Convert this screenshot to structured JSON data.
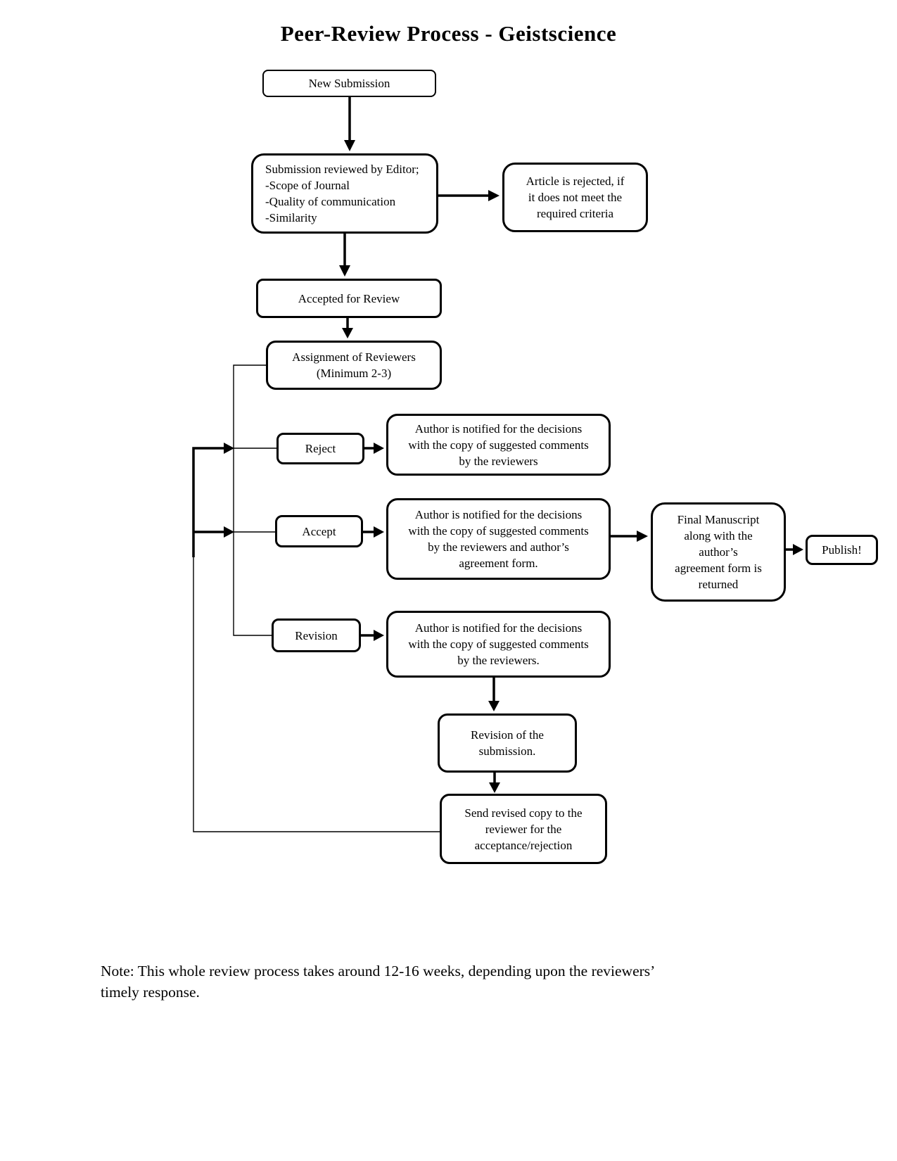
{
  "page": {
    "title": "Peer-Review Process - Geistscience"
  },
  "nodes": {
    "new_submission": {
      "text": "New Submission"
    },
    "editor_review": {
      "text": "Submission reviewed by Editor;\n-Scope of Journal\n-Quality of communication\n-Similarity"
    },
    "article_rejected": {
      "text": "Article is rejected, if\nit does not meet the\nrequired criteria"
    },
    "accepted_for_review": {
      "text": "Accepted for Review"
    },
    "assignment": {
      "text": "Assignment of Reviewers\n(Minimum 2-3)"
    },
    "reject": {
      "text": "Reject"
    },
    "reject_notify": {
      "text": "Author is notified for the decisions\nwith the copy of suggested comments\nby the reviewers"
    },
    "accept": {
      "text": "Accept"
    },
    "accept_notify": {
      "text": "Author is notified for the decisions\nwith the copy of suggested comments\nby the reviewers and author’s\nagreement form."
    },
    "final_manuscript": {
      "text": "Final Manuscript\nalong with the\nauthor’s\nagreement form is\nreturned"
    },
    "publish": {
      "text": "Publish!"
    },
    "revision": {
      "text": "Revision"
    },
    "revision_notify": {
      "text": "Author is notified for the decisions\nwith the copy of suggested comments\nby the reviewers."
    },
    "revision_of_submission": {
      "text": "Revision of the\nsubmission."
    },
    "send_revised": {
      "text": "Send revised copy to the\nreviewer for the\nacceptance/rejection"
    }
  },
  "note": {
    "text": "Note: This whole review process takes around 12-16 weeks, depending upon the reviewers’\ntimely response."
  },
  "colors": {
    "ink": "#000000",
    "background": "#ffffff"
  }
}
